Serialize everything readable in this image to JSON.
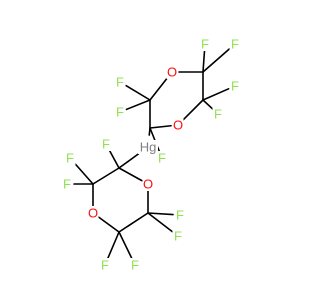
{
  "molecule": {
    "atoms": [
      {
        "id": "Hg",
        "label": "Hg",
        "element": "mercury",
        "color": "#7f7f7f"
      },
      {
        "id": "C1",
        "label": "",
        "element": "carbon"
      },
      {
        "id": "C2",
        "label": "",
        "element": "carbon"
      },
      {
        "id": "O1",
        "label": "O",
        "element": "oxygen",
        "color": "#ff0d0d"
      },
      {
        "id": "C3",
        "label": "",
        "element": "carbon"
      },
      {
        "id": "C4",
        "label": "",
        "element": "carbon"
      },
      {
        "id": "O2",
        "label": "O",
        "element": "oxygen",
        "color": "#ff0d0d"
      },
      {
        "id": "F1",
        "label": "F",
        "element": "fluorine",
        "color": "#90e050"
      },
      {
        "id": "F2",
        "label": "F",
        "element": "fluorine",
        "color": "#90e050"
      },
      {
        "id": "F3",
        "label": "F",
        "element": "fluorine",
        "color": "#90e050"
      },
      {
        "id": "F4",
        "label": "F",
        "element": "fluorine",
        "color": "#90e050"
      },
      {
        "id": "F5",
        "label": "F",
        "element": "fluorine",
        "color": "#90e050"
      },
      {
        "id": "F6",
        "label": "F",
        "element": "fluorine",
        "color": "#90e050"
      },
      {
        "id": "F7",
        "label": "F",
        "element": "fluorine",
        "color": "#90e050"
      },
      {
        "id": "C5",
        "label": "",
        "element": "carbon"
      },
      {
        "id": "C6",
        "label": "",
        "element": "carbon"
      },
      {
        "id": "O3",
        "label": "O",
        "element": "oxygen",
        "color": "#ff0d0d"
      },
      {
        "id": "C7",
        "label": "",
        "element": "carbon"
      },
      {
        "id": "C8",
        "label": "",
        "element": "carbon"
      },
      {
        "id": "O4",
        "label": "O",
        "element": "oxygen",
        "color": "#ff0d0d"
      },
      {
        "id": "F8",
        "label": "F",
        "element": "fluorine",
        "color": "#90e050"
      },
      {
        "id": "F9",
        "label": "F",
        "element": "fluorine",
        "color": "#90e050"
      },
      {
        "id": "F10",
        "label": "F",
        "element": "fluorine",
        "color": "#90e050"
      },
      {
        "id": "F11",
        "label": "F",
        "element": "fluorine",
        "color": "#90e050"
      },
      {
        "id": "F12",
        "label": "F",
        "element": "fluorine",
        "color": "#90e050"
      },
      {
        "id": "F13",
        "label": "F",
        "element": "fluorine",
        "color": "#90e050"
      },
      {
        "id": "F14",
        "label": "F",
        "element": "fluorine",
        "color": "#90e050"
      }
    ],
    "bonds": [
      [
        "Hg",
        "C1"
      ],
      [
        "Hg",
        "C5"
      ],
      [
        "C1",
        "C2"
      ],
      [
        "C2",
        "O1"
      ],
      [
        "O1",
        "C3"
      ],
      [
        "C3",
        "C4"
      ],
      [
        "C4",
        "O2"
      ],
      [
        "O2",
        "C1"
      ],
      [
        "C1",
        "F1"
      ],
      [
        "C2",
        "F2"
      ],
      [
        "C2",
        "F3"
      ],
      [
        "C3",
        "F4"
      ],
      [
        "C3",
        "F5"
      ],
      [
        "C4",
        "F6"
      ],
      [
        "C4",
        "F7"
      ],
      [
        "C5",
        "C6"
      ],
      [
        "C6",
        "O3"
      ],
      [
        "O3",
        "C7"
      ],
      [
        "C7",
        "C8"
      ],
      [
        "C8",
        "O4"
      ],
      [
        "O4",
        "C5"
      ],
      [
        "C5",
        "F8"
      ],
      [
        "C6",
        "F9"
      ],
      [
        "C6",
        "F10"
      ],
      [
        "C7",
        "F11"
      ],
      [
        "C7",
        "F12"
      ],
      [
        "C8",
        "F13"
      ],
      [
        "C8",
        "F14"
      ]
    ]
  }
}
